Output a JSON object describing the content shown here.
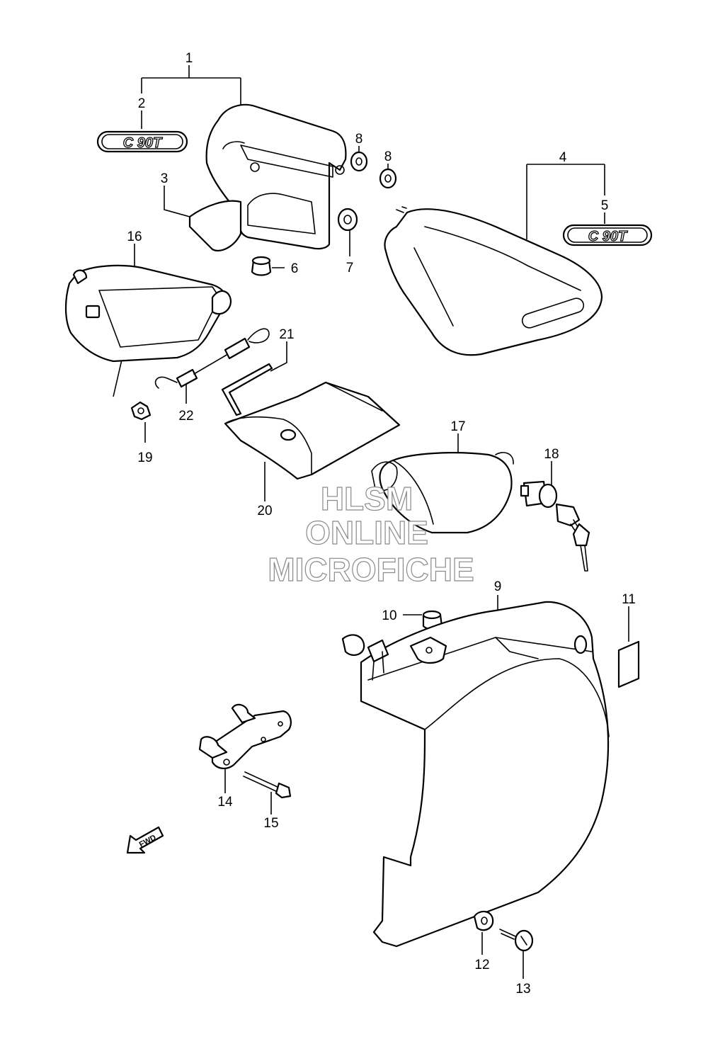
{
  "labels": {
    "p1": "1",
    "p2": "2",
    "p3": "3",
    "p4": "4",
    "p5": "5",
    "p6": "6",
    "p7": "7",
    "p8a": "8",
    "p8b": "8",
    "p9": "9",
    "p10": "10",
    "p11": "11",
    "p12": "12",
    "p13": "13",
    "p14": "14",
    "p15": "15",
    "p16": "16",
    "p17": "17",
    "p18": "18",
    "p19": "19",
    "p20": "20",
    "p21": "21",
    "p22": "22"
  },
  "badges": {
    "left": "C 90T",
    "right": "C 90T"
  },
  "fwd": "FWD",
  "watermark": {
    "line1": "HLSM",
    "line2": "ONLINE",
    "line3": "MICROFICHE"
  },
  "colors": {
    "ink": "#000000",
    "paper": "#ffffff",
    "watermark_stroke": "#8a8a8a"
  }
}
